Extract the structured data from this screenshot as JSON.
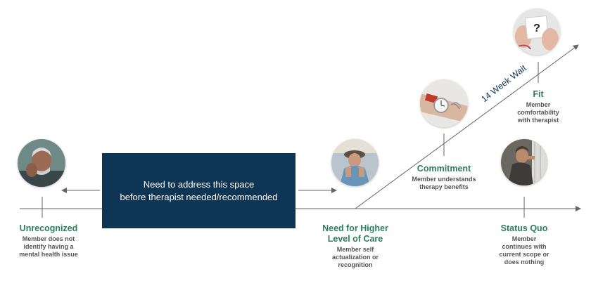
{
  "callout": {
    "text": "Need to address this space\nbefore therapist needed/recommended"
  },
  "wait_label": "14 Week Wait",
  "stages": {
    "unrecognized": {
      "title": "Unrecognized",
      "desc": "Member does not\nidentify having a\nmental health issue"
    },
    "need_higher": {
      "title": "Need for Higher\nLevel of Care",
      "desc": "Member self\nactualization or\nrecognition"
    },
    "commitment": {
      "title": "Commitment",
      "desc": "Member understands\ntherapy benefits"
    },
    "fit": {
      "title": "Fit",
      "desc": "Member\ncomfortability\nwith therapist"
    },
    "status_quo": {
      "title": "Status Quo",
      "desc": "Member\ncontinues with\ncurrent scope or\ndoes nothing"
    }
  },
  "photo_icons": {
    "unrecognized": "distressed-man-photo",
    "need_higher": "thinking-person-photo",
    "commitment": "wristwatch-photo",
    "fit": "question-card-photo",
    "status_quo": "window-gazing-person-photo"
  },
  "fit_card_glyph": "?",
  "colors": {
    "callout_bg": "#0f3554",
    "stage_title": "#2e7d5b",
    "wait_label": "#0f3554",
    "lines": "#666666"
  }
}
